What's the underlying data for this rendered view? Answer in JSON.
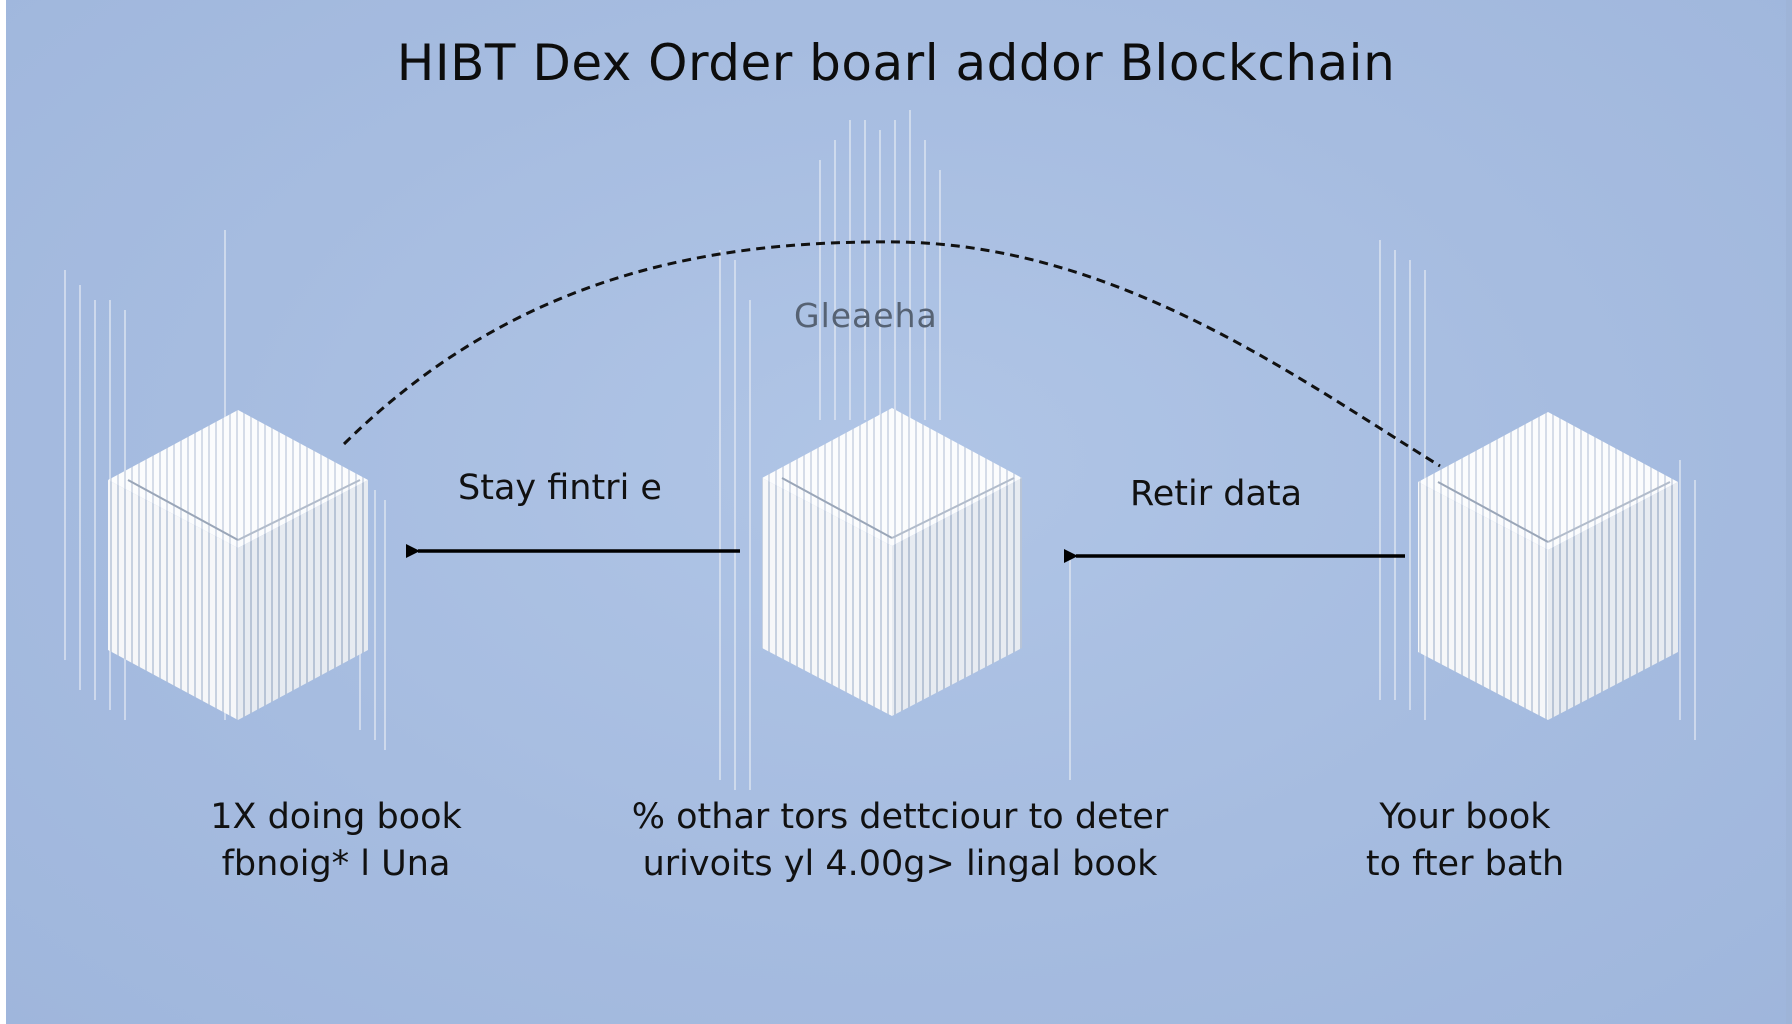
{
  "title": "HIBT Dex Order boarl addor Blockchain",
  "connector_label": "Gleaeha",
  "arrows": {
    "left_label": "Stay fintri e",
    "right_label": "Retir data"
  },
  "nodes": [
    {
      "caption_line1": "1X doing book",
      "caption_line2": "fbnoig* l Una"
    },
    {
      "caption_line1": "% othar tors dettciour to deter",
      "caption_line2": "urivoits yl 4.00g> lingal book"
    },
    {
      "caption_line1": "Your book",
      "caption_line2": "to fter bath"
    }
  ],
  "colors": {
    "background": "#a9bfe2",
    "cube_face": "#f4f6f8",
    "line": "#000000"
  }
}
